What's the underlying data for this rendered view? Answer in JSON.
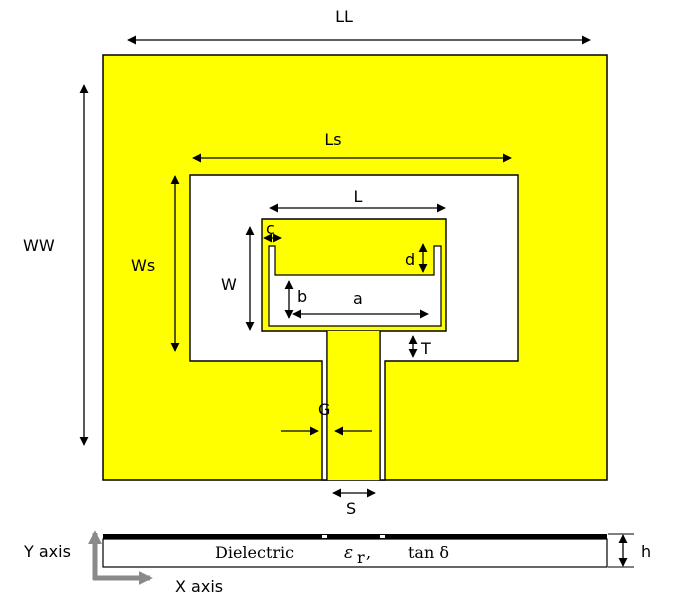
{
  "diagram": {
    "colors": {
      "metal": "#ffff00",
      "dielectric": "#ffffff",
      "outline": "#000000",
      "axis": "#8a8a8a"
    },
    "labels": {
      "ll": "LL",
      "ww": "WW",
      "ls": "Ls",
      "ws": "Ws",
      "l": "L",
      "w": "W",
      "c": "c",
      "d": "d",
      "a": "a",
      "b": "b",
      "t": "T",
      "g": "G",
      "s": "S",
      "h": "h"
    },
    "substrate": {
      "dielectric_word": "Dielectric",
      "epsilon": "ε",
      "epsilon_sub": "r",
      "comma": ",",
      "tan_delta": "tan δ"
    },
    "axes": {
      "y": "Y axis",
      "x": "X axis"
    }
  }
}
